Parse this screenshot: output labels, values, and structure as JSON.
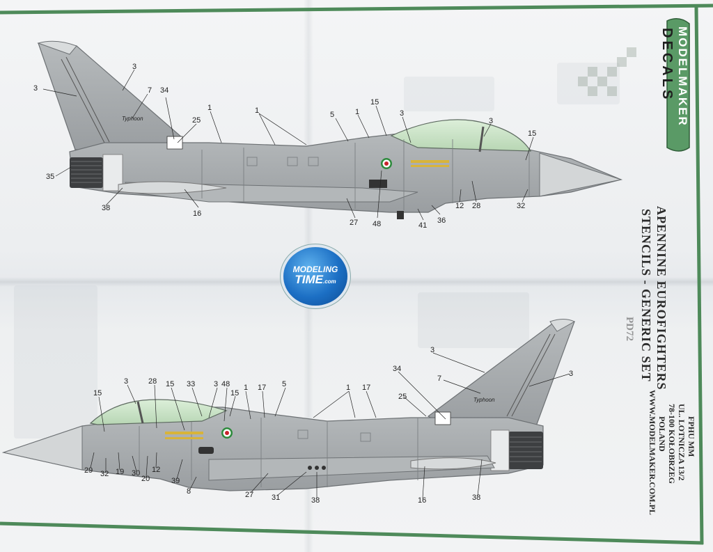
{
  "brand": {
    "line1": "MODELMAKER",
    "line2": "DECALS"
  },
  "sheet": {
    "title": "APENNINE EUROFIGHTERS",
    "subtitle": "STENCILS - GENERIC SET",
    "catalog": "PD72",
    "code": "FPHU MM",
    "address": [
      "UL. LOTNICZA 13/2",
      "78-100 KOŁOBRZEG",
      "POLAND"
    ],
    "website": "WWW.MODELMAKER.COM.PL"
  },
  "watermark": {
    "line1": "MODELING",
    "line2": "TIME",
    "suffix": ".com"
  },
  "markings": {
    "tail_text": "Typhoon"
  },
  "callouts_top": [
    "3",
    "3",
    "7",
    "34",
    "25",
    "1",
    "1",
    "5",
    "1",
    "15",
    "3",
    "3",
    "15",
    "35",
    "38",
    "16",
    "27",
    "48",
    "41",
    "36",
    "12",
    "28",
    "32"
  ],
  "callouts_bottom": [
    "15",
    "3",
    "28",
    "15",
    "33",
    "3",
    "48",
    "15",
    "1",
    "17",
    "5",
    "1",
    "17",
    "3",
    "34",
    "7",
    "3",
    "25",
    "29",
    "32",
    "19",
    "30",
    "20",
    "12",
    "39",
    "8",
    "27",
    "31",
    "38",
    "16",
    "38"
  ],
  "colors": {
    "frame": "#4e8a5a",
    "airframe": "#a9adaf",
    "canopy": "#c9e3c7",
    "brand_green": "#5a9a66"
  }
}
